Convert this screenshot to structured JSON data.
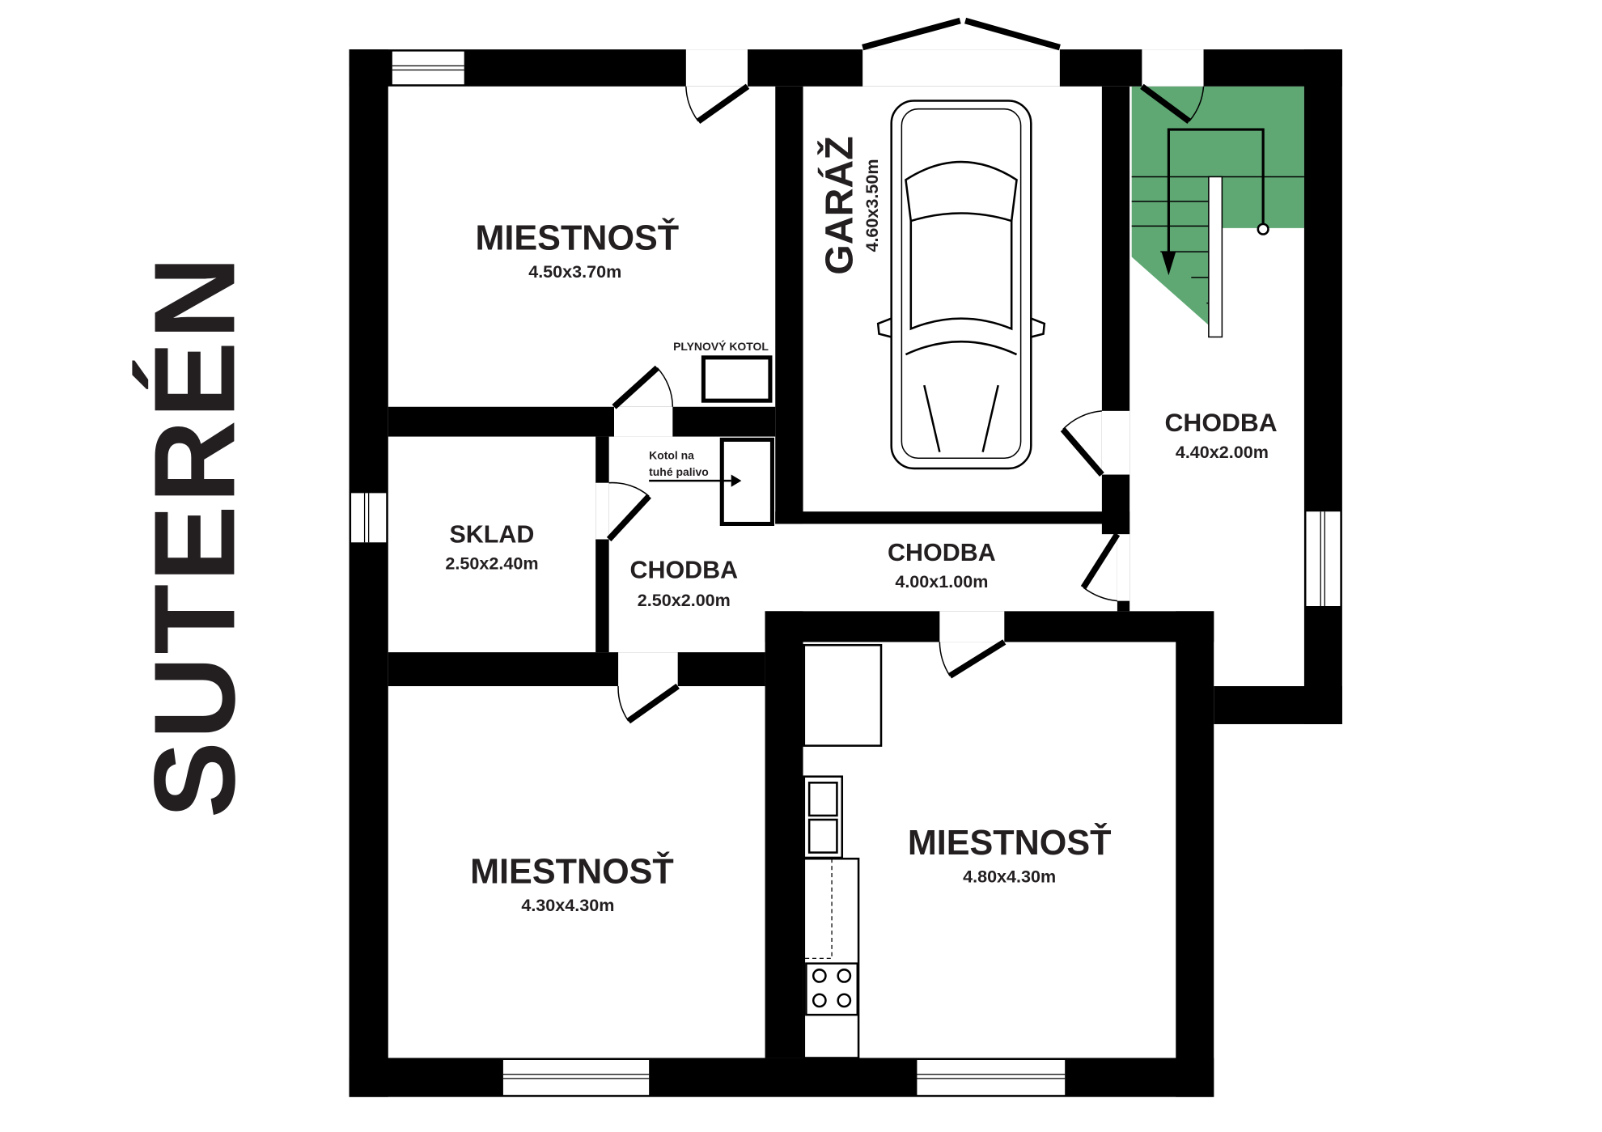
{
  "title": "SUTERÉN",
  "colors": {
    "wall": "#000000",
    "stairs": "#5fa874",
    "text": "#231f20"
  },
  "rooms": [
    {
      "name": "MIESTNOSŤ",
      "size": "4.50x3.70m"
    },
    {
      "name": "GARÁŽ",
      "size": "4.60x3.50m"
    },
    {
      "name": "CHODBA",
      "size": "4.40x2.00m"
    },
    {
      "name": "SKLAD",
      "size": "2.50x2.40m"
    },
    {
      "name": "CHODBA",
      "size": "2.50x2.00m"
    },
    {
      "name": "CHODBA",
      "size": "4.00x1.00m"
    },
    {
      "name": "MIESTNOSŤ",
      "size": "4.30x4.30m"
    },
    {
      "name": "MIESTNOSŤ",
      "size": "4.80x4.30m"
    }
  ],
  "fixtures": {
    "gas_boiler": "PLYNOVÝ KOTOL",
    "solid_boiler_line1": "Kotol na",
    "solid_boiler_line2": "tuhé palivo"
  }
}
